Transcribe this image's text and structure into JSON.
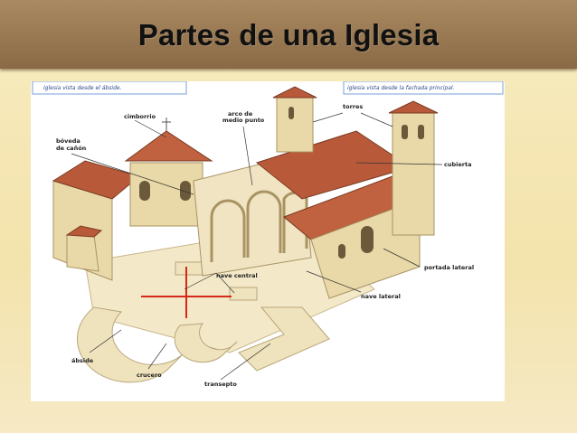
{
  "slide": {
    "title": "Partes de una Iglesia"
  },
  "illustration": {
    "caption_left": "iglesia vista desde el ábside.",
    "caption_right": "iglesia vista desde la fachada principal.",
    "labels": {
      "cimborrio": "cimborrio",
      "arco": "arco de",
      "arco2": "medio punto",
      "torres": "torres",
      "boveda": "bóveda",
      "boveda2": "de cañón",
      "cubierta": "cubierta",
      "portada": "portada lateral",
      "nave_central": "nave central",
      "nave_lateral": "nave lateral",
      "abside": "ábside",
      "crucero": "crucero",
      "transepto": "transepto"
    }
  },
  "colors": {
    "header": "#8a6a45",
    "background": "#f3e3ac",
    "roof": "#b85a3a",
    "stone": "#ead9a8",
    "cross": "#d42a1a"
  }
}
